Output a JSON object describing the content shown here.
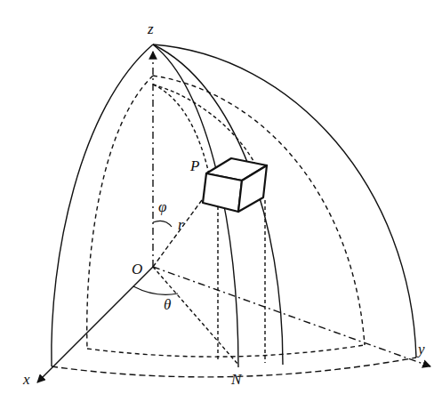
{
  "diagram": {
    "labels": [
      "z",
      "x",
      "y",
      "O",
      "N",
      "P",
      "r",
      "φ",
      "θ"
    ]
  }
}
